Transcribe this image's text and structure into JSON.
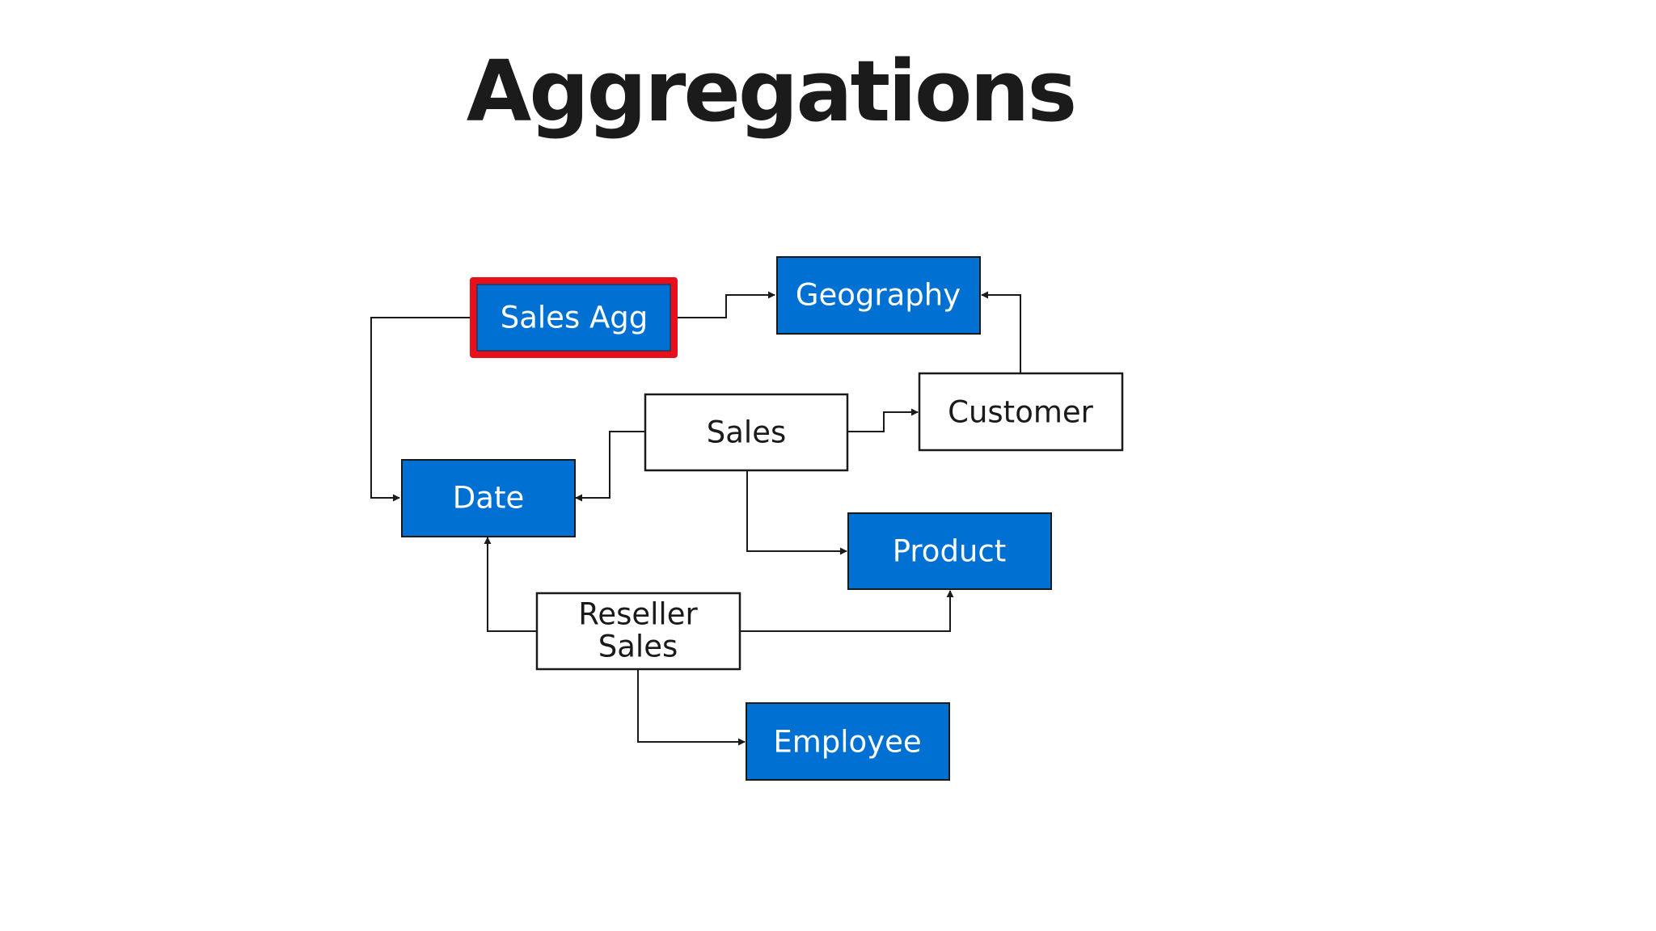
{
  "title": "Aggregations",
  "colors": {
    "blue_fill": "#0070d2",
    "highlight_border": "#e8101a",
    "line": "#1a1a1a",
    "white_fill": "#ffffff"
  },
  "nodes": {
    "sales_agg": {
      "label": "Sales Agg",
      "style": "blue",
      "highlighted": true
    },
    "geography": {
      "label": "Geography",
      "style": "blue"
    },
    "customer": {
      "label": "Customer",
      "style": "white"
    },
    "sales": {
      "label": "Sales",
      "style": "white"
    },
    "date": {
      "label": "Date",
      "style": "blue"
    },
    "product": {
      "label": "Product",
      "style": "blue"
    },
    "reseller_sales": {
      "label_line1": "Reseller",
      "label_line2": "Sales",
      "style": "white"
    },
    "employee": {
      "label": "Employee",
      "style": "blue"
    }
  },
  "edges": [
    {
      "from": "Sales Agg",
      "to": "Geography"
    },
    {
      "from": "Sales Agg",
      "to": "Date"
    },
    {
      "from": "Customer",
      "to": "Geography"
    },
    {
      "from": "Sales",
      "to": "Customer"
    },
    {
      "from": "Sales",
      "to": "Date"
    },
    {
      "from": "Sales",
      "to": "Product"
    },
    {
      "from": "Reseller Sales",
      "to": "Date"
    },
    {
      "from": "Reseller Sales",
      "to": "Product"
    },
    {
      "from": "Reseller Sales",
      "to": "Employee"
    }
  ]
}
